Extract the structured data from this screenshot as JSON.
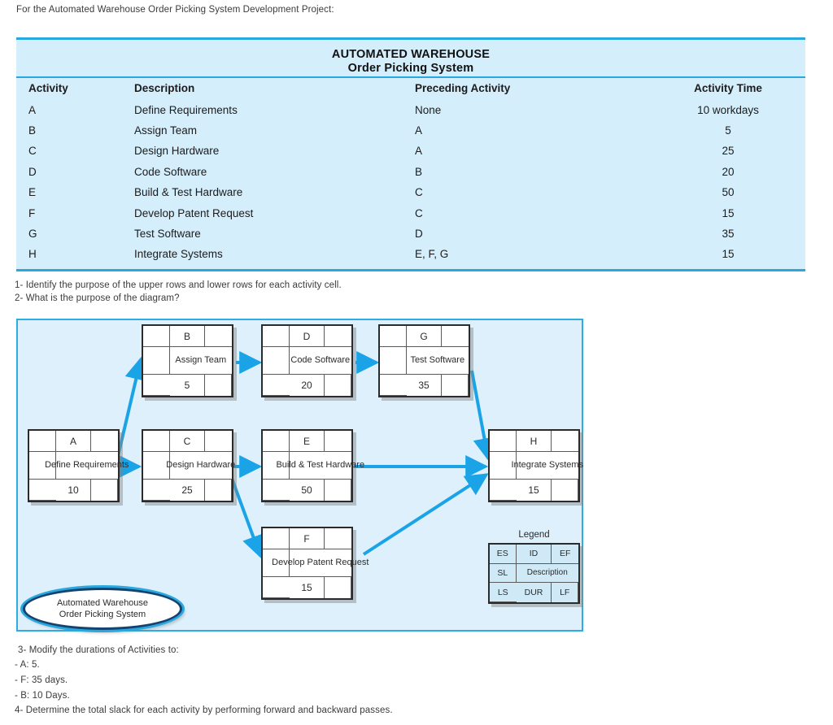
{
  "intro": "For the Automated Warehouse Order Picking System Development Project:",
  "table": {
    "title_line1": "AUTOMATED WAREHOUSE",
    "title_line2": "Order Picking System",
    "headers": {
      "activity": "Activity",
      "description": "Description",
      "preceding": "Preceding Activity",
      "time": "Activity Time"
    },
    "rows": [
      {
        "activity": "A",
        "description": "Define Requirements",
        "preceding": "None",
        "time": "10 workdays"
      },
      {
        "activity": "B",
        "description": "Assign Team",
        "preceding": "A",
        "time": "5"
      },
      {
        "activity": "C",
        "description": "Design Hardware",
        "preceding": "A",
        "time": "25"
      },
      {
        "activity": "D",
        "description": "Code Software",
        "preceding": "B",
        "time": "20"
      },
      {
        "activity": "E",
        "description": "Build & Test Hardware",
        "preceding": "C",
        "time": "50"
      },
      {
        "activity": "F",
        "description": "Develop Patent Request",
        "preceding": "C",
        "time": "15"
      },
      {
        "activity": "G",
        "description": "Test Software",
        "preceding": "D",
        "time": "35"
      },
      {
        "activity": "H",
        "description": "Integrate Systems",
        "preceding": "E, F, G",
        "time": "15"
      }
    ]
  },
  "questions_upper": {
    "q1": "1- Identify the purpose of the upper rows and lower rows for each activity cell.",
    "q2": "2- What is the purpose of the diagram?"
  },
  "questions_lower": {
    "q3": "3- Modify the durations of Activities to:",
    "q3a": "- A: 5.",
    "q3b": "- F: 35 days.",
    "q3c": "- B: 10 Days.",
    "q4": "4- Determine the total slack for each activity by performing forward and backward passes."
  },
  "diagram": {
    "nodes": [
      {
        "key": "A",
        "id": "A",
        "description": "Define Requirements",
        "duration": "10"
      },
      {
        "key": "B",
        "id": "B",
        "description": "Assign Team",
        "duration": "5"
      },
      {
        "key": "C",
        "id": "C",
        "description": "Design Hardware",
        "duration": "25"
      },
      {
        "key": "D",
        "id": "D",
        "description": "Code Software",
        "duration": "20"
      },
      {
        "key": "E",
        "id": "E",
        "description": "Build & Test Hardware",
        "duration": "50"
      },
      {
        "key": "F",
        "id": "F",
        "description": "Develop Patent Request",
        "duration": "15"
      },
      {
        "key": "G",
        "id": "G",
        "description": "Test Software",
        "duration": "35"
      },
      {
        "key": "H",
        "id": "H",
        "description": "Integrate Systems",
        "duration": "15"
      }
    ],
    "edges": [
      {
        "from": "A",
        "to": "B"
      },
      {
        "from": "A",
        "to": "C"
      },
      {
        "from": "B",
        "to": "D"
      },
      {
        "from": "C",
        "to": "E"
      },
      {
        "from": "C",
        "to": "F"
      },
      {
        "from": "D",
        "to": "G"
      },
      {
        "from": "E",
        "to": "H"
      },
      {
        "from": "F",
        "to": "H"
      },
      {
        "from": "G",
        "to": "H"
      }
    ],
    "legend": {
      "title": "Legend",
      "es": "ES",
      "id": "ID",
      "ef": "EF",
      "sl": "SL",
      "description": "Description",
      "ls": "LS",
      "dur": "DUR",
      "lf": "LF"
    },
    "project_oval": {
      "line1": "Automated Warehouse",
      "line2": "Order Picking System"
    }
  },
  "colors": {
    "table_fill": "#d4eefc",
    "table_rule": "#29a8e0",
    "diagram_fill": "#ddf0fb",
    "diagram_border": "#2eade2",
    "arrow": "#1ba3e8",
    "node_border": "#2b2b2b",
    "legend_fill": "#cfe9f7",
    "oval_outer": "#15436f",
    "oval_inner": "#29a8e0"
  }
}
